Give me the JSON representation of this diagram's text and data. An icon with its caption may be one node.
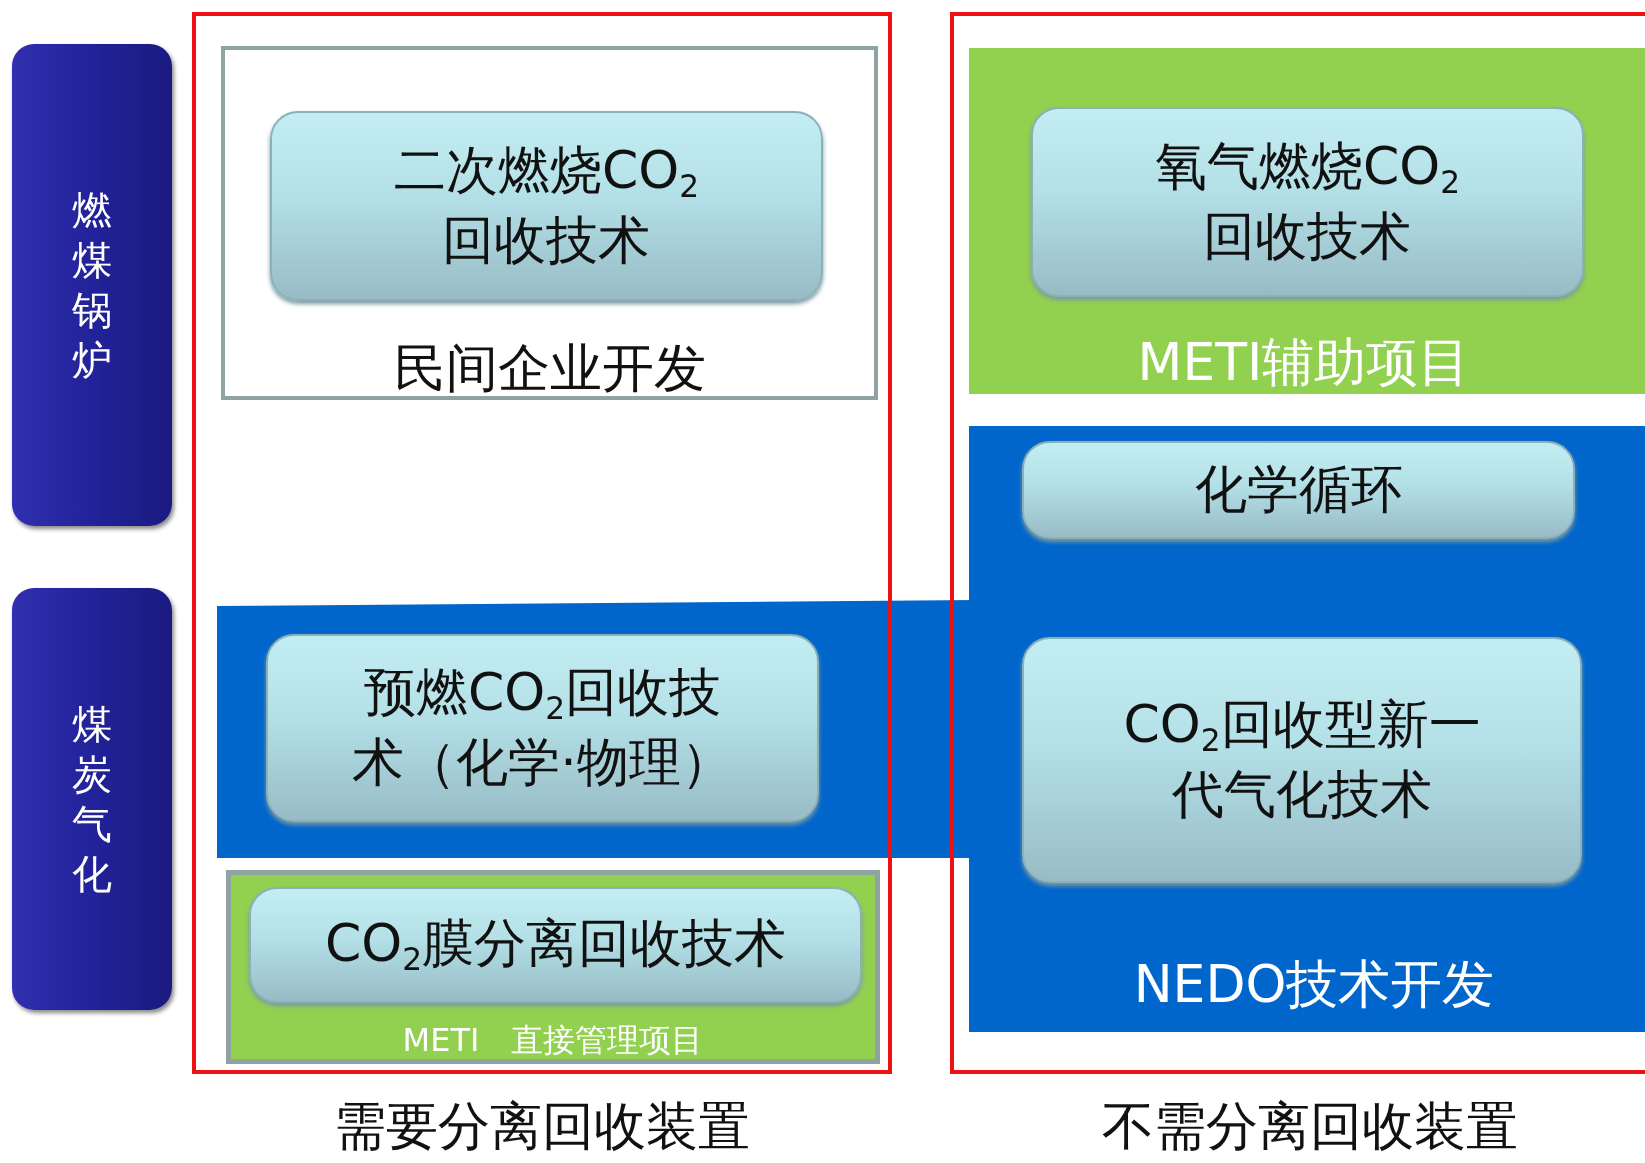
{
  "diagram": {
    "nodes": [
      {
        "text": [
          "燃煤锅炉"
        ]
      },
      {
        "text": [
          "煤炭气化"
        ]
      },
      {
        "text": [
          "需要分离回收装置"
        ]
      },
      {
        "text": [
          "民间企业开发"
        ],
        "in": 2
      },
      {
        "text": [
          "二次燃烧CO$_{2}$回收技术"
        ],
        "in": 3
      },
      {
        "text": [
          "预燃CO$_{2}$回收技术（化学·物理）"
        ],
        "in": 2
      },
      {
        "text": [
          "METI　直接管理项目"
        ],
        "in": 2
      },
      {
        "text": [
          "CO$_{2}$膜分离回收技术"
        ],
        "in": 6
      },
      {
        "text": [
          "不需分离回收装置"
        ]
      },
      {
        "text": [
          "METI辅助项目"
        ],
        "in": 8
      },
      {
        "text": [
          "氧气燃烧CO$_{2}$回收技术"
        ],
        "in": 9
      },
      {
        "text": [
          "NEDO技术开发"
        ],
        "in": 8
      },
      {
        "text": [
          "化学循环"
        ],
        "in": 11
      },
      {
        "text": [
          "CO$_{2}$回收型新一代气化技术"
        ],
        "in": 11
      }
    ],
    "edges": []
  }
}
